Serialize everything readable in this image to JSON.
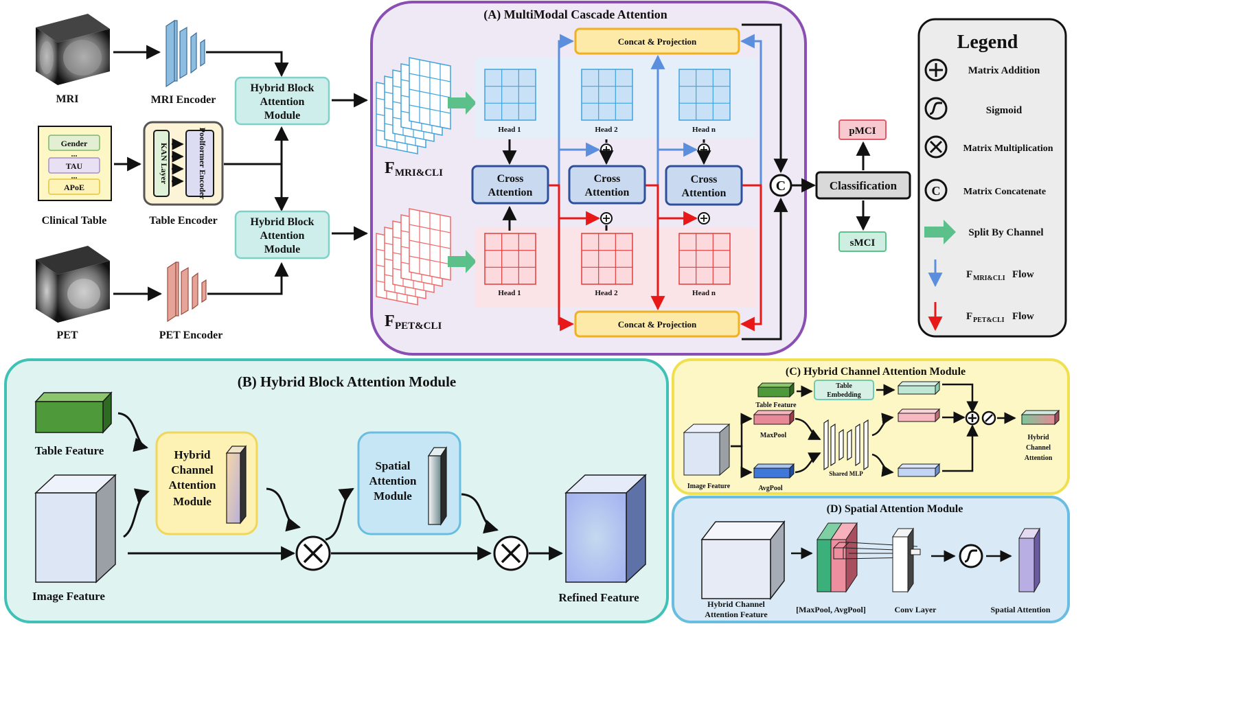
{
  "top": {
    "mri_label": "MRI",
    "mri_encoder": "MRI Encoder",
    "clinical_table_label": "Clinical Table",
    "clinical_fields": [
      "Gender",
      "...",
      "TAU",
      "...",
      "APoE"
    ],
    "kan_layer": "KAN Layer",
    "poolformer_encoder": "Poolformer Encoder",
    "table_encoder": "Table Encoder",
    "pet_label": "PET",
    "pet_encoder": "PET Encoder",
    "hbam_1": [
      "Hybrid Block",
      "Attention",
      "Module"
    ],
    "hbam_2": [
      "Hybrid Block",
      "Attention",
      "Module"
    ]
  },
  "panel_a": {
    "title": "(A) MultiModal Cascade Attention",
    "f_mri_main": "F",
    "f_mri_sub": "MRI&CLI",
    "f_pet_main": "F",
    "f_pet_sub": "PET&CLI",
    "concat_top": "Concat & Projection",
    "concat_bottom": "Concat & Projection",
    "heads_top": [
      "Head 1",
      "Head 2",
      "Head n"
    ],
    "heads_bottom": [
      "Head 1",
      "Head 2",
      "Head n"
    ],
    "cross_attention": [
      [
        "Cross",
        "Attention"
      ],
      [
        "Cross",
        "Attention"
      ],
      [
        "Cross",
        "Attention"
      ]
    ],
    "concat_symbol": "C"
  },
  "classification": {
    "label": "Classification",
    "pmci": "pMCI",
    "smci": "sMCI"
  },
  "legend": {
    "title": "Legend",
    "items": [
      "Matrix Addition",
      "Sigmoid",
      "Matrix Multiplication",
      "Matrix Concatenate",
      "Split By Channel"
    ],
    "mri_flow_main": "F",
    "mri_flow_sub": "MRI&CLI",
    "pet_flow_main": "F",
    "pet_flow_sub": "PET&CLI",
    "flow_word": "Flow",
    "concat_symbol": "C"
  },
  "panel_b": {
    "title": "(B) Hybrid Block Attention Module",
    "table_feature": "Table Feature",
    "image_feature": "Image Feature",
    "hcam": [
      "Hybrid",
      "Channel",
      "Attention",
      "Module"
    ],
    "sam": [
      "Spatial",
      "Attention",
      "Module"
    ],
    "refined_feature": "Refined Feature"
  },
  "panel_c": {
    "title": "(C) Hybrid Channel Attention Module",
    "table_feature": "Table Feature",
    "table_embedding": [
      "Table",
      "Embedding"
    ],
    "maxpool": "MaxPool",
    "avgpool": "AvgPool",
    "image_feature": "Image Feature",
    "shared_mlp": "Shared MLP",
    "output": [
      "Hybrid",
      "Channel",
      "Attention"
    ]
  },
  "panel_d": {
    "title": "(D) Spatial Attention Module",
    "input": [
      "Hybrid Channel",
      "Attention Feature"
    ],
    "pool": "[MaxPool,  AvgPool]",
    "conv": "Conv Layer",
    "output": "Spatial Attention"
  },
  "colors": {
    "purple_panel": "#efe8f5",
    "purple_border": "#8a4fb3",
    "teal_panel": "#dff3f1",
    "teal_border": "#3fc1b5",
    "yellow_panel": "#fdf7c6",
    "yellow_border": "#f0e050",
    "blue_panel": "#d9eaf6",
    "blue_border": "#69bde0",
    "mri_flow": "#5b8fdd",
    "pet_flow": "#e81818"
  }
}
